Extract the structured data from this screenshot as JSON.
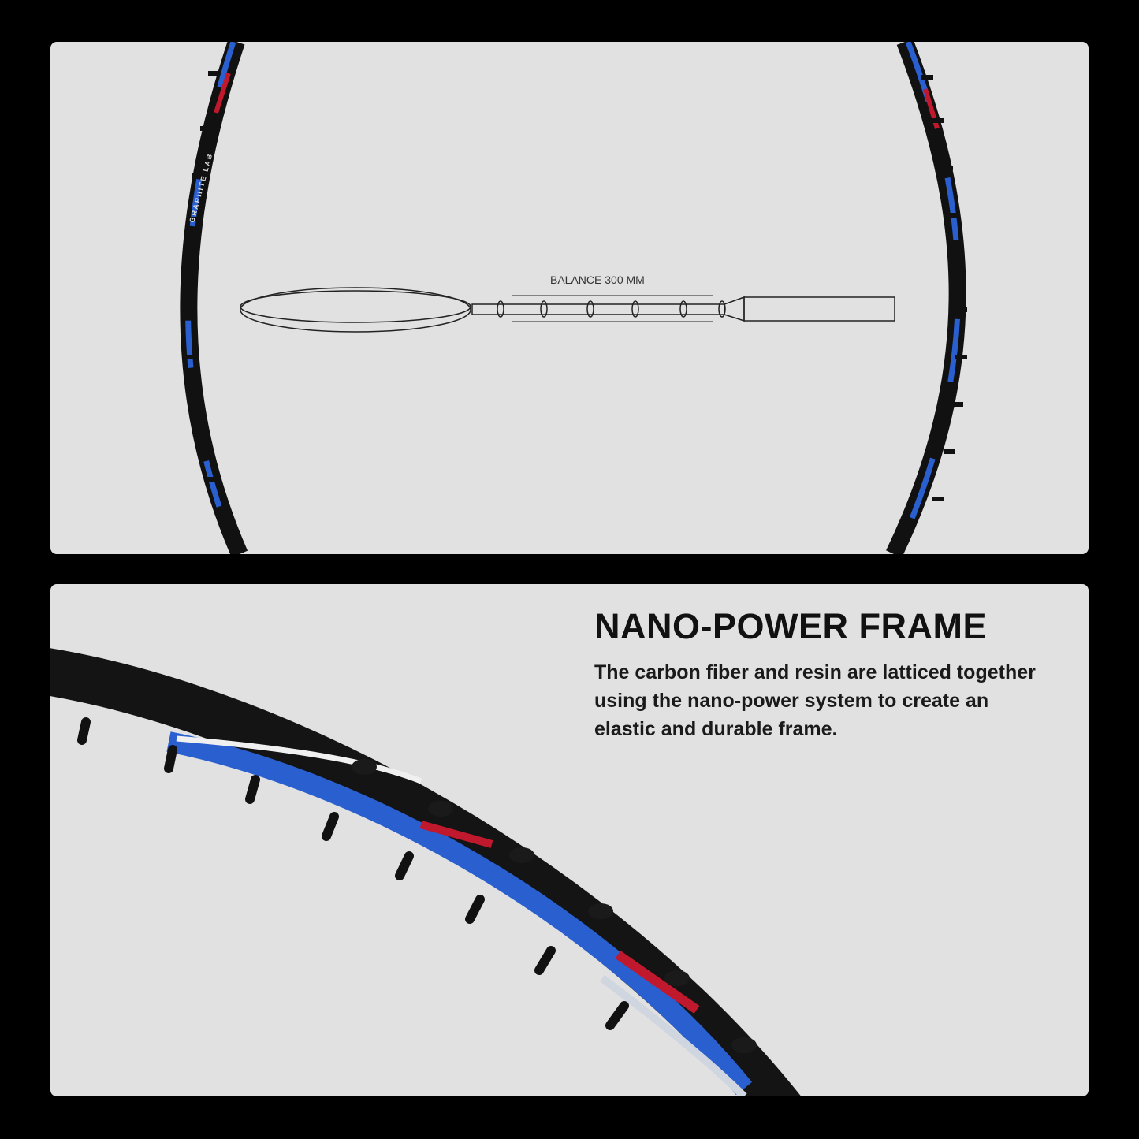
{
  "top_panel": {
    "diagram_label": "BALANCE 300 MM",
    "frame_print": "GRAPHITE LAB"
  },
  "bottom_panel": {
    "heading": "NANO-POWER FRAME",
    "description": "The carbon fiber and resin are latticed together using the nano-power system to create an elastic and durable frame."
  },
  "colors": {
    "background": "#000000",
    "panel": "#e1e1e1",
    "frame": "#111111",
    "accent_blue": "#2a5fd0",
    "accent_red": "#c0182c"
  }
}
